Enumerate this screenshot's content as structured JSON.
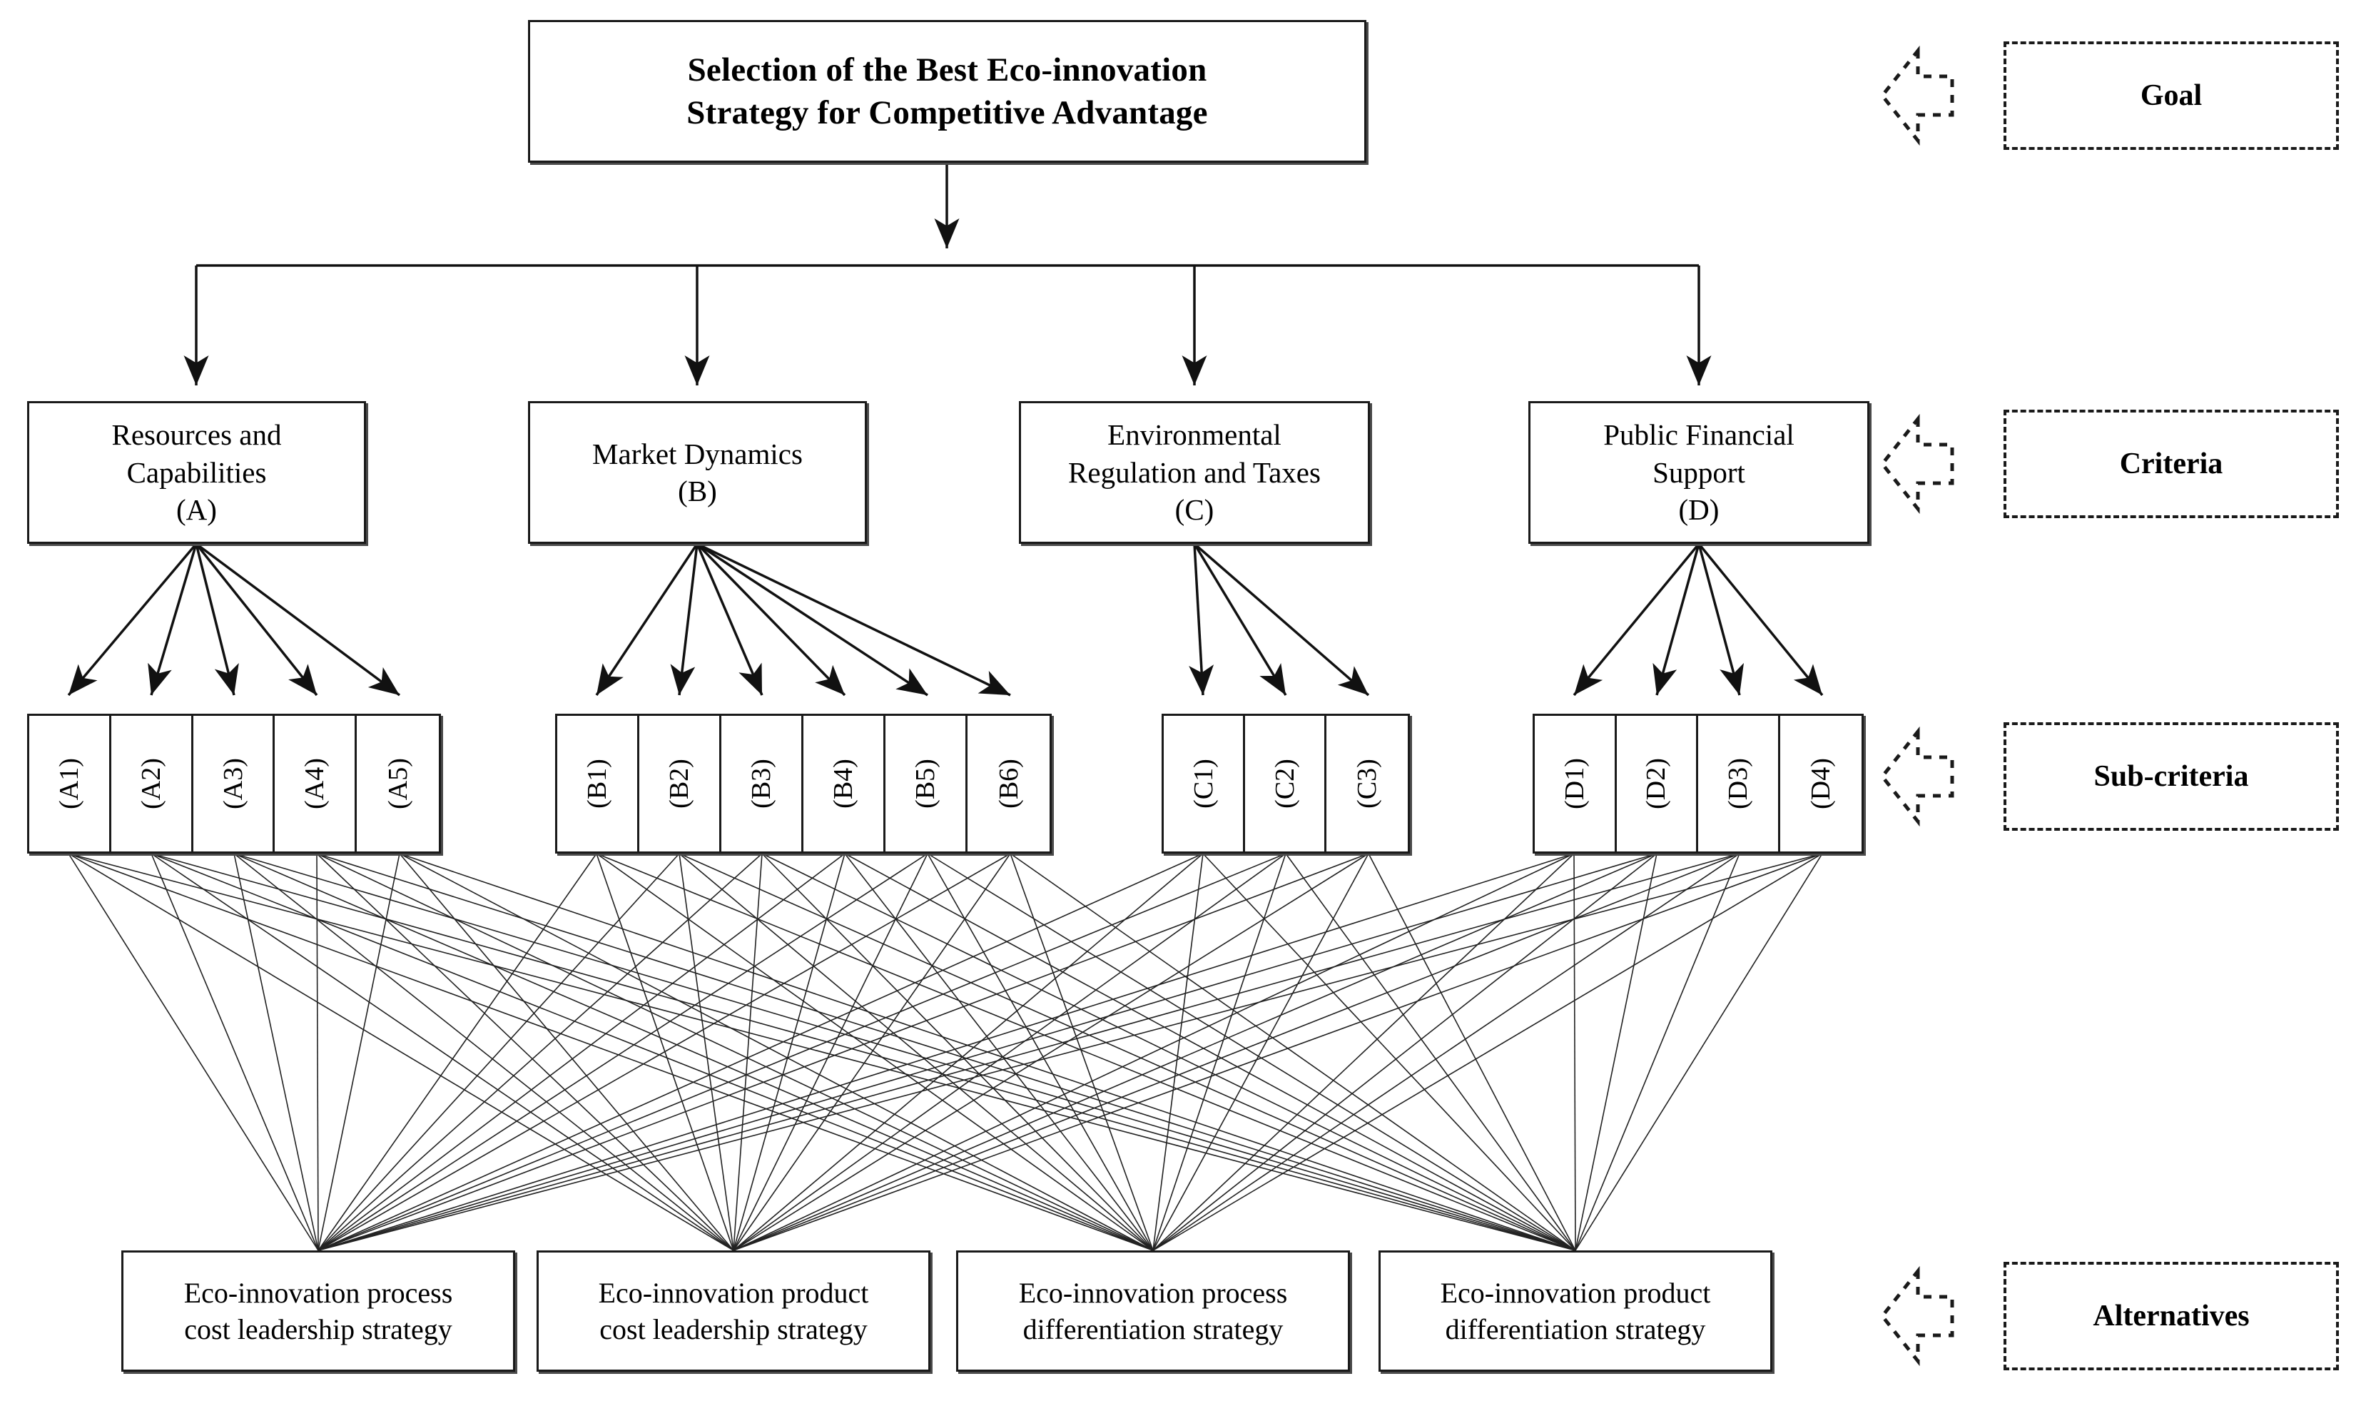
{
  "diagram": {
    "title_text": "Selection of the Best Eco-innovation Strategy for Competitive Advantage",
    "type": "ahp-hierarchy",
    "colors": {
      "line": "#1a1a1a",
      "box_border": "#1a1a1a",
      "box_shadow": "#4a4a4a",
      "background": "#ffffff",
      "text": "#000000"
    }
  },
  "goal": {
    "label": "Selection of the Best Eco-innovation Strategy for Competitive Advantage",
    "line1": "Selection of the Best Eco-innovation",
    "line2": "Strategy for Competitive Advantage"
  },
  "criteria": [
    {
      "id": "A",
      "name": "Resources and Capabilities",
      "code": "(A)",
      "line1": "Resources and",
      "line2": "Capabilities",
      "sub_count": 5
    },
    {
      "id": "B",
      "name": "Market Dynamics",
      "code": "(B)",
      "line1": "Market Dynamics",
      "line2": "",
      "sub_count": 6
    },
    {
      "id": "C",
      "name": "Environmental Regulation and Taxes",
      "code": "(C)",
      "line1": "Environmental",
      "line2": "Regulation and Taxes",
      "sub_count": 3
    },
    {
      "id": "D",
      "name": "Public Financial Support",
      "code": "(D)",
      "line1": "Public Financial",
      "line2": "Support",
      "sub_count": 4
    }
  ],
  "subcriteria": {
    "A": [
      "(A1)",
      "(A2)",
      "(A3)",
      "(A4)",
      "(A5)"
    ],
    "B": [
      "(B1)",
      "(B2)",
      "(B3)",
      "(B4)",
      "(B5)",
      "(B6)"
    ],
    "C": [
      "(C1)",
      "(C2)",
      "(C3)"
    ],
    "D": [
      "(D1)",
      "(D2)",
      "(D3)",
      "(D4)"
    ]
  },
  "alternatives": [
    {
      "id": "ALT1",
      "label": "Eco-innovation process cost leadership strategy",
      "line1": "Eco-innovation process",
      "line2": "cost leadership strategy"
    },
    {
      "id": "ALT2",
      "label": "Eco-innovation product cost leadership strategy",
      "line1": "Eco-innovation product",
      "line2": "cost leadership strategy"
    },
    {
      "id": "ALT3",
      "label": "Eco-innovation process differentiation strategy",
      "line1": "Eco-innovation process",
      "line2": "differentiation strategy"
    },
    {
      "id": "ALT4",
      "label": "Eco-innovation product differentiation strategy",
      "line1": "Eco-innovation product",
      "line2": "differentiation strategy"
    }
  ],
  "legend": [
    {
      "id": "goal",
      "label": "Goal",
      "marker": "left-chevron-dashed-icon"
    },
    {
      "id": "criteria",
      "label": "Criteria",
      "marker": "left-chevron-dashed-icon"
    },
    {
      "id": "subcriteria",
      "label": "Sub-criteria",
      "marker": "left-chevron-dashed-icon"
    },
    {
      "id": "alternatives",
      "label": "Alternatives",
      "marker": "left-chevron-dashed-icon"
    }
  ]
}
